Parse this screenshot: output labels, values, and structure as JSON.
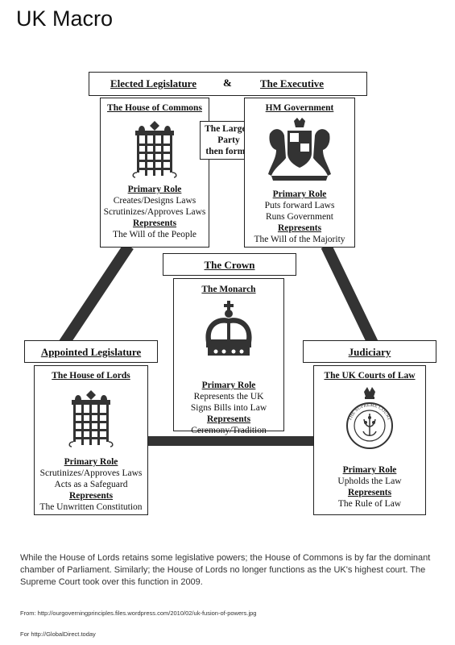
{
  "page_title": "UK Macro",
  "top_header": {
    "left": "Elected Legislature",
    "amp": "&",
    "right": "The Executive"
  },
  "commons": {
    "title": "The House of Commons",
    "role_label": "Primary Role",
    "roles": [
      "Creates/Designs Laws",
      "Scrutinizes/Approves Laws"
    ],
    "rep_label": "Represents",
    "represents": "The Will of the People",
    "icon": "portcullis-icon"
  },
  "largest_party": [
    "The Largest",
    "Party",
    "then forms:"
  ],
  "government": {
    "title": "HM Government",
    "role_label": "Primary Role",
    "roles": [
      "Puts forward Laws",
      "Runs Government"
    ],
    "rep_label": "Represents",
    "represents": "The Will of the Majority",
    "icon": "royal-coat-of-arms-icon"
  },
  "crown_header": "The Crown",
  "monarch": {
    "title": "The Monarch",
    "role_label": "Primary Role",
    "roles": [
      "Represents the UK",
      "Signs Bills into Law"
    ],
    "rep_label": "Represents",
    "represents": "Ceremony/Tradition",
    "icon": "crown-icon"
  },
  "appointed_header": "Appointed Legislature",
  "lords": {
    "title": "The House of Lords",
    "role_label": "Primary Role",
    "roles": [
      "Scrutinizes/Approves Laws",
      "Acts as a Safeguard"
    ],
    "rep_label": "Represents",
    "represents": "The Unwritten Constitution",
    "icon": "portcullis-icon"
  },
  "judiciary_header": "Judiciary",
  "courts": {
    "title": "The UK Courts of Law",
    "role_label": "Primary Role",
    "roles": [
      "Upholds the Law"
    ],
    "rep_label": "Represents",
    "represents": "The Rule of Law",
    "icon": "supreme-court-seal-icon",
    "seal_text": "THE SUPREME COURT"
  },
  "footer": {
    "paragraph": "While the House of Lords retains some legislative powers; the House of Commons is by far the dominant chamber of Parliament.  Similarly; the House of Lords no longer functions as the UK's highest court.  The Supreme Court took over this function in 2009.",
    "source": "From: http://ourgoverningprinciples.files.wordpress.com/2010/02/uk-fusion-of-powers.jpg",
    "credit": "For http://GlobalDirect.today"
  }
}
